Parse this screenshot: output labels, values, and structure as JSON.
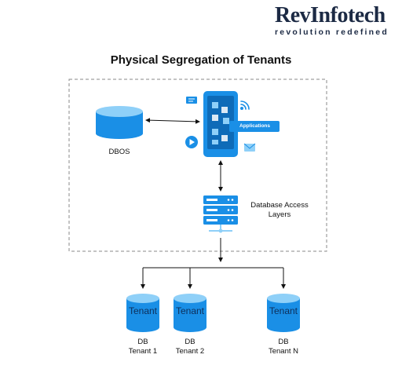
{
  "brand": {
    "name_main": "Rev",
    "name_tail": "Infotech",
    "tagline": "revolution redefined"
  },
  "diagram": {
    "title": "Physical Segregation of Tenants",
    "nodes": {
      "dbos": "DBOS",
      "applications": "Applications",
      "dal_line1": "Database Access",
      "dal_line2": "Layers"
    },
    "tenants": [
      {
        "icon_text": "Tenant",
        "label_line1": "DB",
        "label_line2": "Tenant 1"
      },
      {
        "icon_text": "Tenant",
        "label_line1": "DB",
        "label_line2": "Tenant 2"
      },
      {
        "icon_text": "Tenant",
        "label_line1": "DB",
        "label_line2": "Tenant N"
      }
    ]
  },
  "colors": {
    "primary_blue": "#1a8fe6",
    "light_blue": "#8fd0f8",
    "dark_blue": "#0e6bb8",
    "dashed_border": "#8a8a8a",
    "brand_navy": "#1c2a44"
  }
}
